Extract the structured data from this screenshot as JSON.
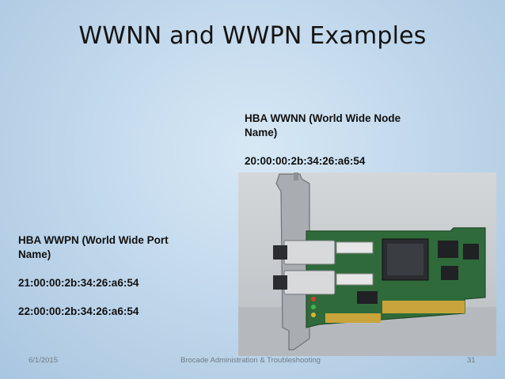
{
  "slide": {
    "title": "WWNN and WWPN Examples"
  },
  "wwnn": {
    "label": "HBA WWNN (World Wide Node Name)",
    "value": "20:00:00:2b:34:26:a6:54"
  },
  "wwpn": {
    "label": "HBA WWPN (World Wide Port Name)",
    "values": [
      "21:00:00:2b:34:26:a6:54",
      "22:00:00:2b:34:26:a6:54"
    ]
  },
  "footer": {
    "date": "6/1/2015",
    "center": "Brocade Administration & Troubleshooting",
    "page": "31"
  },
  "colors": {
    "background": "#c3d9ec",
    "pcb_green": "#2f6b3a",
    "bracket_metal": "#a9adb1",
    "gold_contacts": "#c9a43a"
  }
}
